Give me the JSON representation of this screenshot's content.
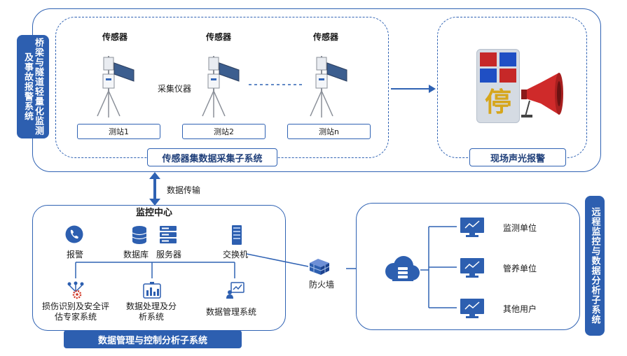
{
  "left_tab": "桥梁与隧道轻量化监测及事故报警系统",
  "right_tab": "远程监控与数据分析子系统",
  "sensor_label": "传感器",
  "collector_label": "采集仪器",
  "stations": [
    "测站1",
    "测站2",
    "测站n"
  ],
  "acquisition_subsystem": "传感器集数据采集子系统",
  "alarm_label": "现场声光报警",
  "alarm_sign_char": "停",
  "transfer_label": "数据传输",
  "monitor_center": "监控中心",
  "nodes": {
    "alarm": "报警",
    "database": "数据库",
    "server": "服务器",
    "switch": "交换机",
    "firewall": "防火墙"
  },
  "subsystems": {
    "damage": "损伤识别及安全评估专家系统",
    "processing": "数据处理及分析系统",
    "management": "数据管理系统"
  },
  "management_subsystem": "数据管理与控制分析子系统",
  "users": [
    "监测单位",
    "管养单位",
    "其他用户"
  ]
}
